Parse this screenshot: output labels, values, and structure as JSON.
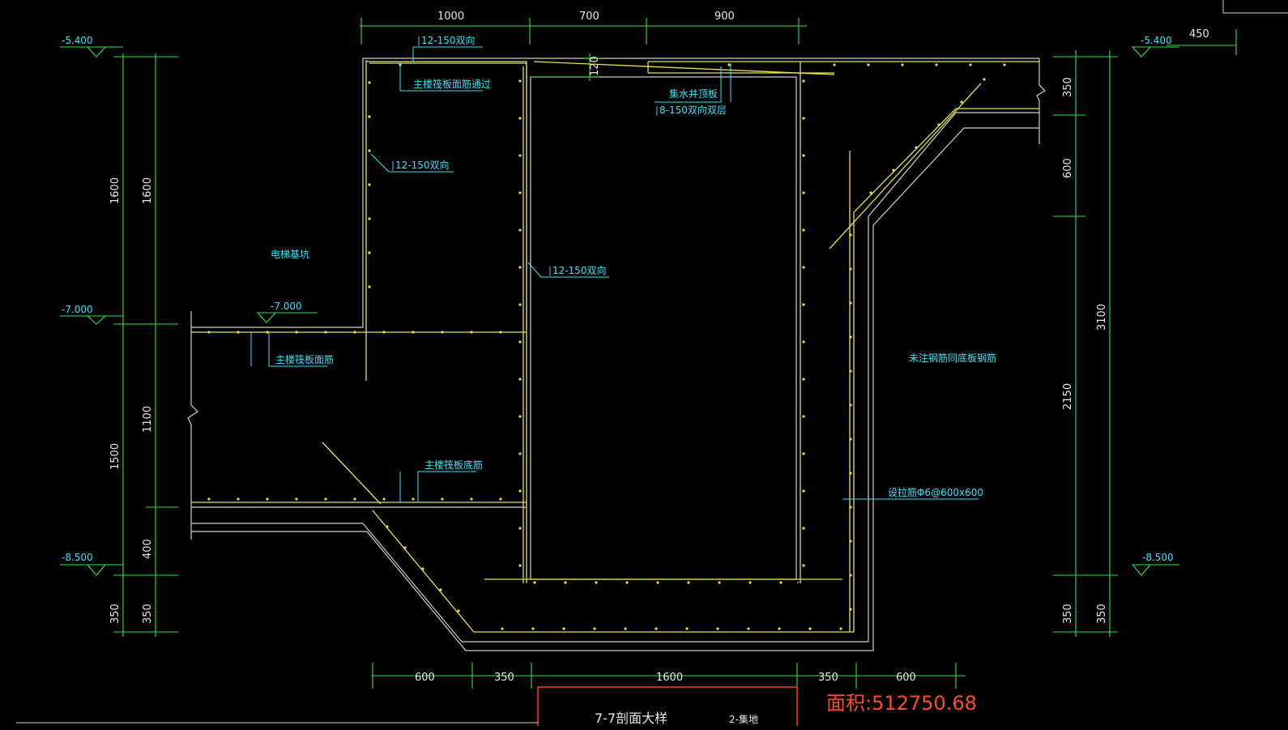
{
  "dims_top": [
    "1000",
    "700",
    "900"
  ],
  "dims_top_right": "450",
  "dims_left_outer": [
    "1600",
    "1500",
    "350"
  ],
  "dims_left_inner": [
    "1600",
    "1100",
    "400",
    "350"
  ],
  "dims_right_outer": [
    "3100",
    "350"
  ],
  "dims_right_inner": [
    "350",
    "600",
    "2150",
    "350"
  ],
  "dims_bottom": [
    "600",
    "350",
    "1600",
    "350",
    "600"
  ],
  "dim_120": "120",
  "elevations": {
    "top_left": "-5.400",
    "top_right": "-5.400",
    "mid_left": "-7.000",
    "mid_inner": "-7.000",
    "bot_left": "-8.500",
    "bot_right": "-8.500"
  },
  "annotations": {
    "a1": "∣12-150双向",
    "a2": "主楼筏板面筋通过",
    "a3": "∣12-150双向",
    "a4": "∣12-150双向",
    "a5": "集水井顶板",
    "a6": "∣8-150双向双层",
    "a7": "电梯基坑",
    "a8": "主楼筏板面筋",
    "a9": "主楼筏板底筋",
    "a10": "未注钢筋同底板钢筋",
    "a11": "设拉筋Φ6@600x600"
  },
  "area_label": "面积:512750.68",
  "section_title": "7-7剖面大样",
  "section_note": "2-集地"
}
